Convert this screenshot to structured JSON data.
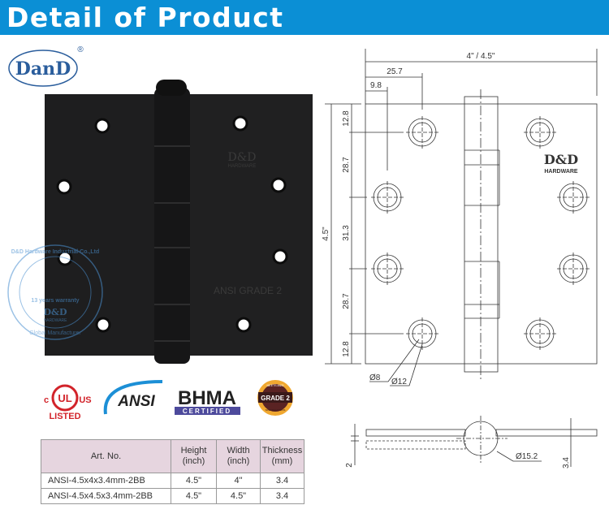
{
  "header": {
    "title": "Detail of Product"
  },
  "brand": {
    "logo_text": "DanD",
    "registered": "®"
  },
  "photo": {
    "engraving_brand": "D&D",
    "engraving_brand_sub": "HARDWARE",
    "engraving_grade": "ANSI GRADE 2",
    "watermark": {
      "company": "D&D Hardware Industrial Co.,Ltd",
      "warranty": "13 years warranty",
      "brand": "D&D",
      "brand_sub": "HARDWARE",
      "tagline": "Global Manufacturer"
    }
  },
  "certifications": {
    "ul": {
      "c": "c",
      "ul": "UL",
      "us": "US",
      "listed": "LISTED"
    },
    "ansi": "ANSI",
    "bhma": {
      "name": "BHMA",
      "sub": "CERTIFIED"
    },
    "grade": {
      "top": "MEETS ANSI",
      "label": "GRADE 2",
      "bottom": "SPECIFICATIONS"
    }
  },
  "colors": {
    "header": "#0b8fd5",
    "table_header": "#e6d5df",
    "ul_red": "#d2232a",
    "ansi_blue": "#1c8fd6",
    "bhma_purple": "#4d4a9c"
  },
  "table": {
    "headers": [
      {
        "line1": "Art. No.",
        "line2": ""
      },
      {
        "line1": "Height",
        "line2": "(inch)"
      },
      {
        "line1": "Width",
        "line2": "(inch)"
      },
      {
        "line1": "Thickness",
        "line2": "(mm)"
      }
    ],
    "rows": [
      [
        "ANSI-4.5x4x3.4mm-2BB",
        "4.5\"",
        "4\"",
        "3.4"
      ],
      [
        "ANSI-4.5x4.5x3.4mm-2BB",
        "4.5\"",
        "4.5\"",
        "3.4"
      ]
    ]
  },
  "drawing": {
    "width_dim": "4\" / 4.5\"",
    "offset_outer": "25.7",
    "offset_inner": "9.8",
    "height_dim": "4.5\"",
    "vertical_dims": [
      "12.8",
      "28.7",
      "31.3",
      "28.7",
      "12.8"
    ],
    "hole_inner": "Ø8",
    "hole_outer": "Ø12",
    "brand": "D&D",
    "brand_sub": "HARDWARE",
    "side_thickness": "2",
    "side_total": "3.4",
    "knuckle_diameter": "Ø15.2"
  }
}
